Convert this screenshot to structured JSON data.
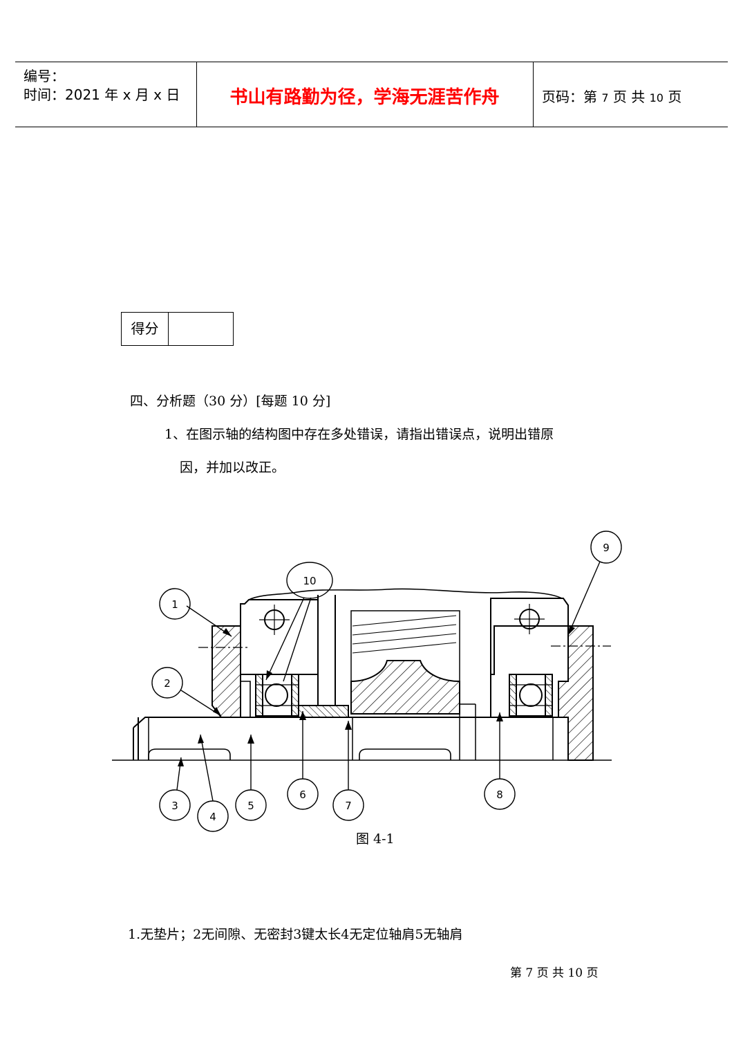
{
  "header": {
    "number_label": "编号：",
    "date_line": "时间：2021 年 x 月 x 日",
    "motto": "书山有路勤为径，学海无涯苦作舟",
    "page_prefix": "页码：第 ",
    "page_current": "7",
    "page_middle": " 页  共 ",
    "page_total": "10",
    "page_suffix": " 页"
  },
  "score_box": {
    "label": "得分",
    "value": ""
  },
  "section": {
    "title": "四、分析题（30 分）[每题 10 分]",
    "question_line1": "1、在图示轴的结构图中存在多处错误，请指出错误点，说明出错原",
    "question_line2": "因，并加以改正。"
  },
  "figure": {
    "callouts": [
      "1",
      "2",
      "3",
      "4",
      "5",
      "6",
      "7",
      "8",
      "9",
      "10"
    ],
    "caption": "图 4-1"
  },
  "answers": "1.无垫片；2无间隙、无密封3键太长4无定位轴肩5无轴肩",
  "footer": "第 7 页 共 10 页"
}
